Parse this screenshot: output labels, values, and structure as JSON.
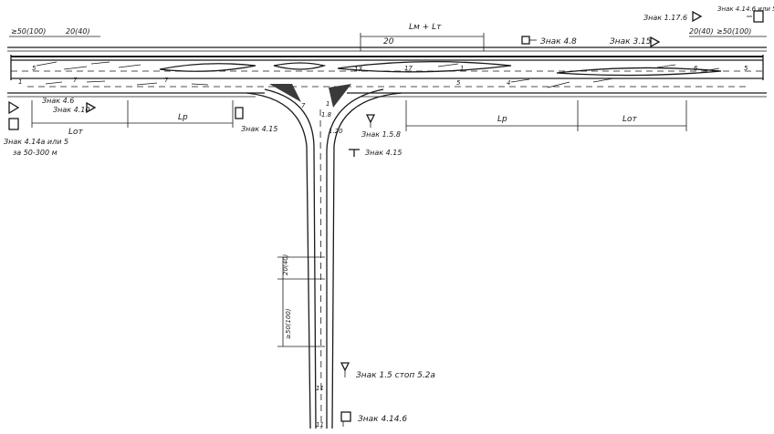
{
  "signs": {
    "sign_4_8": "Знак 4.8",
    "sign_3_15": "Знак 3.15",
    "sign_4_15a": "Знак 4.15",
    "sign_4_15b": "Знак 4.15",
    "sign_1_5_8": "Знак 1.5.8",
    "sign_1_17b": "Знак 1.17.6",
    "sign_4_14b": "Знак 4.14.6 или 5",
    "sign_4_14a": "Знак 4.14а или 5",
    "sign_4_14a_dist": "за 50-300 м",
    "sign_4_6": "Знак 4.6",
    "sign_4_10": "Знак 4.10",
    "sign_1_5_stop": "Знак 1.5 стоп 5.2а",
    "sign_4_14_6": "Знак 4.14.6"
  },
  "dims": {
    "top_left": "≥50(100)",
    "top_left2": "20(40)",
    "top_right": "20(40)",
    "top_right2": "≥50(100)",
    "lm_lt": "Lм + Lт",
    "twenty": "20",
    "lr": "Lр",
    "lot_left": "Lот",
    "lr_right": "Lр",
    "lot_right": "Lот",
    "vert_upper": "20(40)",
    "vert_lower": "≥50(100)",
    "small_18": "1.8",
    "small_120": "1.20",
    "small_11": "11",
    "small_11b": "11"
  },
  "lane_marks": [
    "5",
    "7",
    "7",
    "13",
    "17",
    "1",
    "5",
    "6",
    "1",
    "5",
    "4",
    "1",
    "7"
  ]
}
